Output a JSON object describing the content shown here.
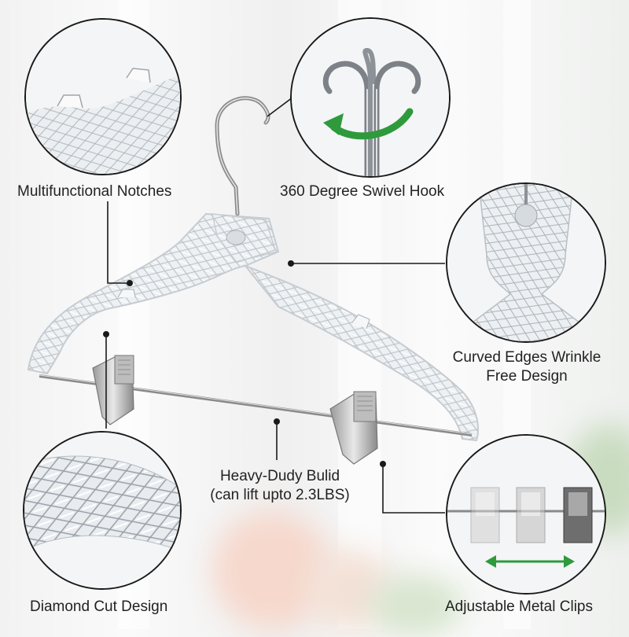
{
  "features": {
    "notches": "Multifunctional Notches",
    "swivel": "360 Degree Swivel Hook",
    "curved_line1": "Curved Edges Wrinkle",
    "curved_line2": "Free Design",
    "heavy_line1": "Heavy-Dudy Bulid",
    "heavy_line2": "(can lift upto 2.3LBS)",
    "diamond": "Diamond Cut Design",
    "clips": "Adjustable Metal Clips"
  },
  "colors": {
    "arrow_green": "#2e9a3c",
    "callout_line": "#1a1a1a"
  },
  "icons": [
    "swivel-arrow-icon",
    "double-arrow-icon"
  ]
}
